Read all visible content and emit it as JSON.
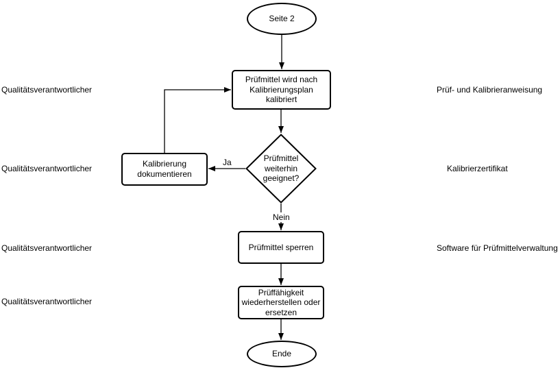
{
  "lanes": {
    "left_labels": [
      "Qualitätsverantwortlicher",
      "Qualitätsverantwortlicher",
      "Qualitätsverantwortlicher",
      "Qualitätsverantwortlicher"
    ],
    "right_labels": [
      "Prüf- und Kalibrieranweisung",
      "Kalibrierzertifikat",
      "Software für Prüfmittelverwaltung"
    ]
  },
  "nodes": {
    "start": "Seite 2",
    "calibrate": "Prüfmittel wird nach Kalibrierungsplan kalibriert",
    "decision": "Prüfmittel weiterhin geeignet?",
    "document": "Kalibrierung dokumentieren",
    "lock": "Prüfmittel sperren",
    "restore": "Prüffähigkeit wiederherstellen oder ersetzen",
    "end": "Ende"
  },
  "edges": {
    "yes": "Ja",
    "no": "Nein"
  },
  "colors": {
    "stroke": "#000000",
    "fill": "#ffffff",
    "text": "#000000",
    "background": "#ffffff"
  }
}
